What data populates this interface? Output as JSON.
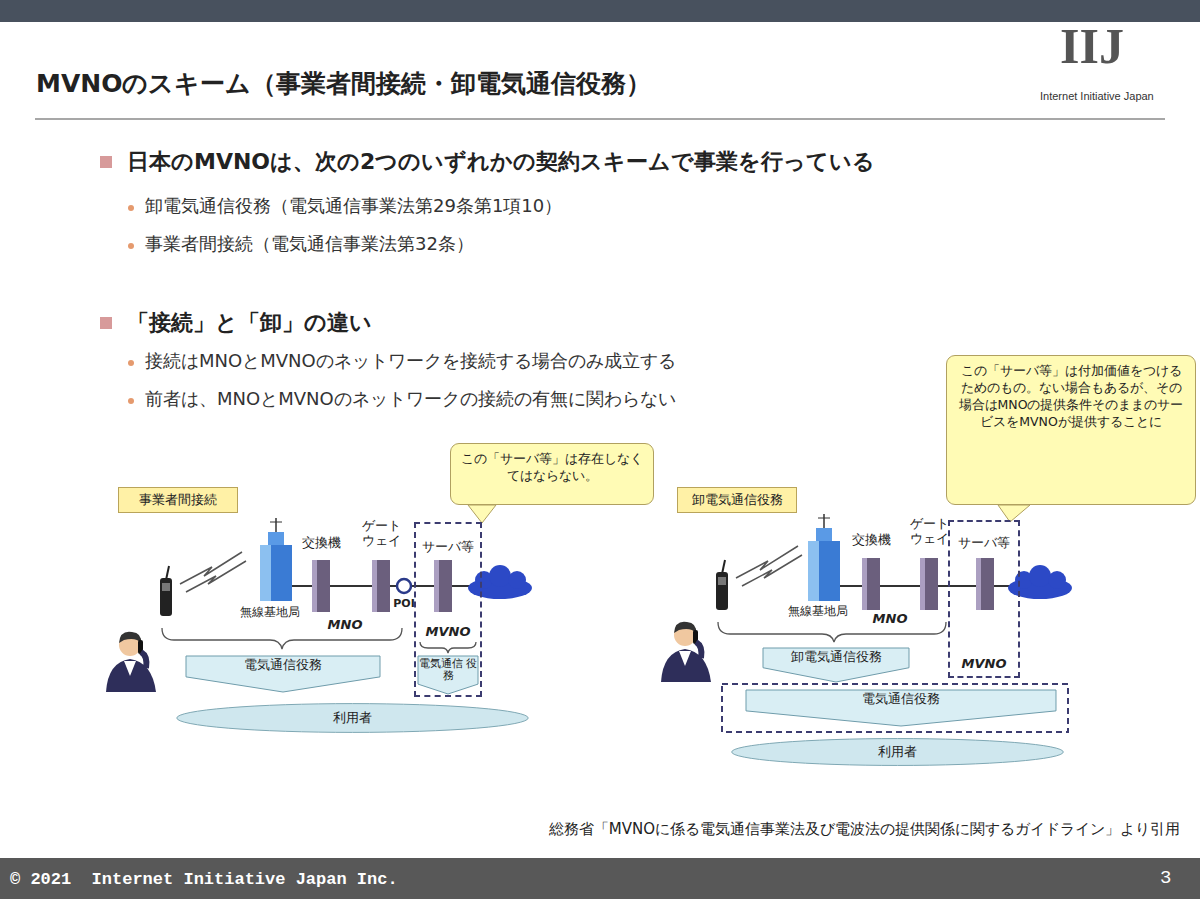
{
  "diagram": {
    "title": "MVNOのスキーム（事業者間接続・卸電気通信役務）",
    "nodes": [
      {
        "text": [
          "事業者間接続"
        ]
      },
      {
        "text": [
          "この「サーバ等」は存在しなくてはならない。"
        ]
      },
      {
        "text": [
          "サーバ等",
          "MVNO"
        ]
      },
      {
        "text": [
          "電気通信役務"
        ]
      },
      {
        "text": [
          "電気通信 役務"
        ],
        "in": 2
      },
      {
        "text": [
          "利用者"
        ]
      },
      {
        "text": [
          "卸電気通信役務"
        ]
      },
      {
        "text": [
          "この「サーバ等」は付加価値をつけるためのもの。ない場合もあるが、その場合はMNOの提供条件そのままのサービスをMVNOが提供することに"
        ]
      },
      {
        "text": [
          "サーバ等",
          "MVNO"
        ]
      },
      {
        "text": [
          "卸電気通信役務"
        ]
      },
      {
        "text": [
          "電気通信役務"
        ]
      },
      {
        "text": [
          "利用者"
        ]
      }
    ],
    "labels": [
      "IIJ",
      "Internet Initiative Japan",
      "日本のMVNOは、次の2つのいずれかの契約スキームで事業を行っている",
      "卸電気通信役務（電気通信事業法第29条第1項10）",
      "事業者間接続（電気通信事業法第32条）",
      "「接続」と「卸」の違い",
      "接続はMNOとMVNOのネットワークを接続する場合のみ成立する",
      "前者は、MNOとMVNOのネットワークの接続の有無に関わらない",
      "交換機",
      "ゲート ウェイ",
      "無線基地局",
      "MNO",
      "POI",
      "交換機",
      "ゲート ウェイ",
      "無線基地局",
      "MNO",
      "総務省「MVNOに係る電気通信事業法及び電波法の提供関係に関するガイドライン」より引用",
      "© 2021  Internet Initiative Japan Inc.",
      "3"
    ]
  }
}
